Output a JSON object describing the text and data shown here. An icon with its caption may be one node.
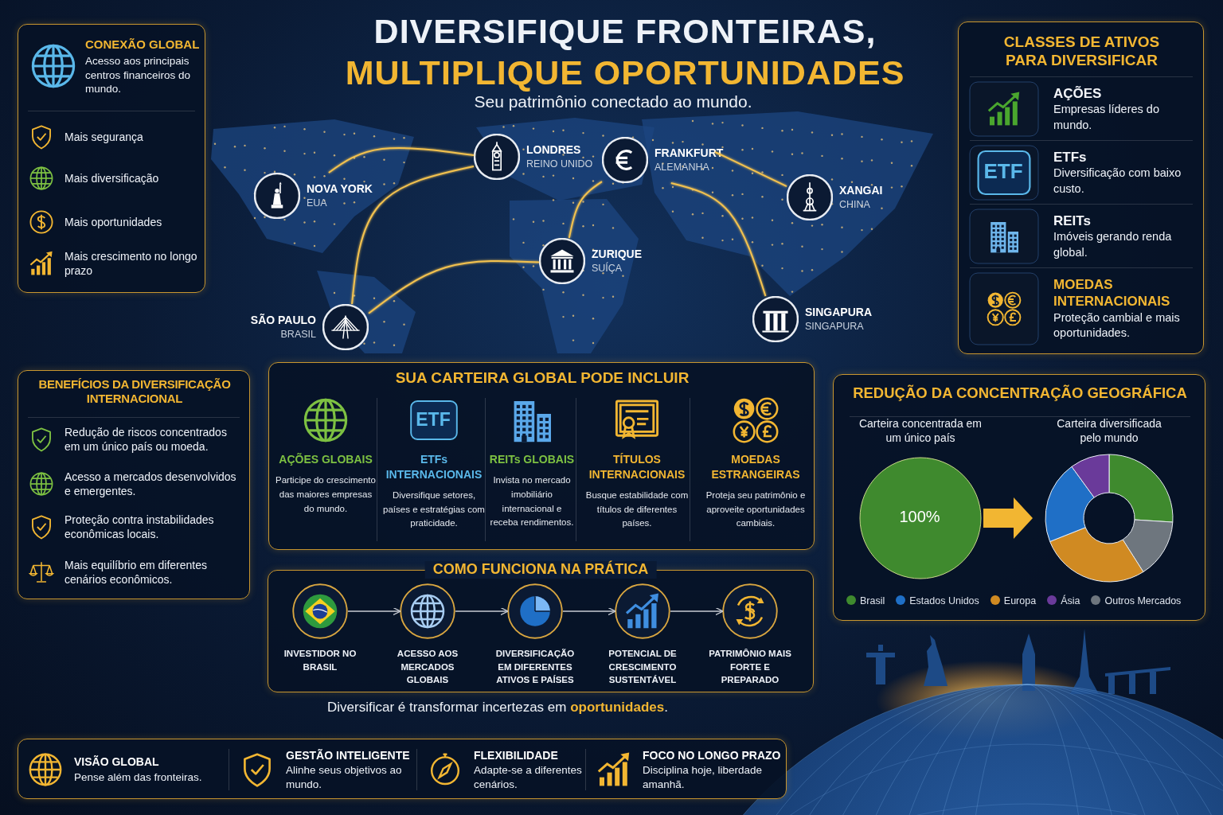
{
  "diagram": {
    "title": "DIVERSIFIQUE FRONTEIRAS, MULTIPLIQUE OPORTUNIDADES",
    "nodes": [
      {
        "text": [
          "CONEXÃO GLOBAL",
          "Acesso aos principais centros financeiros do mundo."
        ]
      },
      {
        "text": [
          "Mais segurança"
        ],
        "in": 0
      },
      {
        "text": [
          "Mais diversificação"
        ],
        "in": 0
      },
      {
        "text": [
          "Mais oportunidades"
        ],
        "in": 0
      },
      {
        "text": [
          "Mais crescimento no longo prazo"
        ],
        "in": 0
      },
      {
        "text": [
          "NOVA YORK",
          "EUA"
        ]
      },
      {
        "text": [
          "LONDRES",
          "REINO UNIDO"
        ]
      },
      {
        "text": [
          "FRANKFURT",
          "ALEMANHA"
        ]
      },
      {
        "text": [
          "XANGAI",
          "CHINA"
        ]
      },
      {
        "text": [
          "ZURIQUE",
          "SUÍÇA"
        ]
      },
      {
        "text": [
          "SÃO PAULO",
          "BRASIL"
        ]
      },
      {
        "text": [
          "SINGAPURA",
          "SINGAPURA"
        ]
      },
      {
        "text": [
          "CLASSES DE ATIVOS PARA DIVERSIFICAR"
        ]
      },
      {
        "text": [
          "AÇÕES",
          "Empresas líderes do mundo."
        ],
        "in": 12
      },
      {
        "text": [
          "ETFs",
          "Diversificação com baixo custo."
        ],
        "in": 12
      },
      {
        "text": [
          "REITs",
          "Imóveis gerando renda global."
        ],
        "in": 12
      },
      {
        "text": [
          "MOEDAS INTERNACIONAIS",
          "Proteção cambial e mais oportunidades."
        ],
        "in": 12
      },
      {
        "text": [
          "BENEFÍCIOS DA DIVERSIFICAÇÃO INTERNACIONAL"
        ]
      },
      {
        "text": [
          "Redução de riscos concentrados em um único país ou moeda."
        ],
        "in": 17
      },
      {
        "text": [
          "Acesso a mercados desenvolvidos e emergentes."
        ],
        "in": 17
      },
      {
        "text": [
          "Proteção contra instabilidades econômicas locais."
        ],
        "in": 17
      },
      {
        "text": [
          "Mais equilíbrio em diferentes cenários econômicos."
        ],
        "in": 17
      },
      {
        "text": [
          "SUA CARTEIRA GLOBAL PODE INCLUIR"
        ]
      },
      {
        "text": [
          "AÇÕES GLOBAIS",
          "Participe do crescimento das maiores empresas do mundo."
        ],
        "in": 22
      },
      {
        "text": [
          "ETFs INTERNACIONAIS",
          "Diversifique setores, países e estratégias com praticidade."
        ],
        "in": 22
      },
      {
        "text": [
          "REITs GLOBAIS",
          "Invista no mercado imobiliário internacional e receba rendimentos."
        ],
        "in": 22
      },
      {
        "text": [
          "TÍTULOS INTERNACIONAIS",
          "Busque estabilidade com títulos de diferentes países."
        ],
        "in": 22
      },
      {
        "text": [
          "MOEDAS ESTRANGEIRAS",
          "Proteja seu patrimônio e aproveite oportunidades cambiais."
        ],
        "in": 22
      },
      {
        "text": [
          "REDUÇÃO DA CONCENTRAÇÃO GEOGRÁFICA",
          "Carteira concentrada em um único país",
          "Carteira diversificada pelo mundo"
        ]
      },
      {
        "text": [
          "COMO FUNCIONA NA PRÁTICA"
        ]
      },
      {
        "text": [
          "INVESTIDOR NO BRASIL"
        ],
        "in": 29
      },
      {
        "text": [
          "ACESSO AOS MERCADOS GLOBAIS"
        ],
        "in": 29
      },
      {
        "text": [
          "DIVERSIFICAÇÃO EM DIFERENTES ATIVOS E PAÍSES"
        ],
        "in": 29
      },
      {
        "text": [
          "POTENCIAL DE CRESCIMENTO SUSTENTÁVEL"
        ],
        "in": 29
      },
      {
        "text": [
          "PATRIMÔNIO MAIS FORTE E PREPARADO"
        ],
        "in": 29
      },
      {
        "text": [],
        "shape": "box"
      },
      {
        "text": [
          "VISÃO GLOBAL",
          "Pense além das fronteiras."
        ],
        "in": 35
      },
      {
        "text": [
          "GESTÃO INTELIGENTE",
          "Alinhe seus objetivos ao mundo."
        ],
        "in": 35
      },
      {
        "text": [
          "FLEXIBILIDADE",
          "Adapte-se a diferentes cenários."
        ],
        "in": 35
      },
      {
        "text": [
          "FOCO NO LONGO PRAZO",
          "Disciplina hoje, liberdade amanhã."
        ],
        "in": 35
      }
    ],
    "edges": [
      {
        "from": 5,
        "to": 6,
        "arrow": "none"
      },
      {
        "from": 10,
        "to": 6,
        "arrow": "none"
      },
      {
        "from": 10,
        "to": 9,
        "arrow": "none"
      },
      {
        "from": 9,
        "to": 7,
        "arrow": "none"
      },
      {
        "from": 7,
        "to": 8,
        "arrow": "none"
      },
      {
        "from": 7,
        "to": 11,
        "arrow": "none"
      },
      {
        "from": 30,
        "to": 31,
        "arrow": "to",
        "color": "#c8ccd4"
      },
      {
        "from": 31,
        "to": 32,
        "arrow": "to",
        "color": "#c8ccd4"
      },
      {
        "from": 32,
        "to": 33,
        "arrow": "to",
        "color": "#c8ccd4"
      },
      {
        "from": 33,
        "to": 34,
        "arrow": "to",
        "color": "#c8ccd4"
      }
    ],
    "labels": [
      "Seu patrimônio conectado ao mundo.",
      "ETF",
      "ETF",
      "100%",
      "Diversificar é transformar incertezas em **oportunidades**."
    ],
    "legend": [
      {
        "text": "Brasil",
        "color": "#3f8a2e"
      },
      {
        "text": "Estados Unidos",
        "color": "#1f6fc6"
      },
      {
        "text": "Europa",
        "color": "#d08a22"
      },
      {
        "text": "Ásia",
        "color": "#6a3a9a"
      },
      {
        "text": "Outros Mercados",
        "color": "#6e767e"
      }
    ]
  }
}
